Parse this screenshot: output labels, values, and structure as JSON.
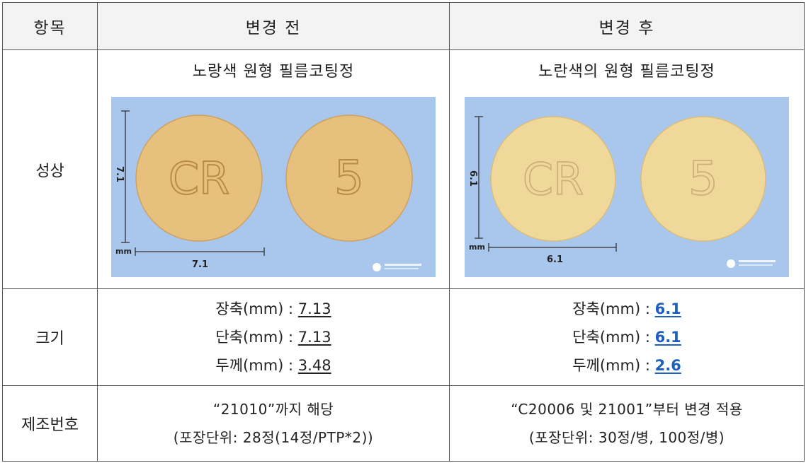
{
  "header": {
    "item": "항목",
    "before": "변경 전",
    "after": "변경 후"
  },
  "shape": {
    "label": "성상",
    "before": {
      "desc": "노랑색 원형 필름코팅정",
      "imprint_left": "CR",
      "imprint_right": "5",
      "dim_vertical": "7.1",
      "dim_horizontal": "7.1",
      "unit": "mm",
      "pill_color": "#e8c07e",
      "bg_color": "#a9c7ec"
    },
    "after": {
      "desc": "노란색의 원형 필름코팅정",
      "imprint_left": "CR",
      "imprint_right": "5",
      "dim_vertical": "6.1",
      "dim_horizontal": "6.1",
      "unit": "mm",
      "pill_color": "#f0d89a",
      "bg_color": "#a9c7ec"
    }
  },
  "size": {
    "label": "크기",
    "before": [
      {
        "label": "장축(mm) : ",
        "value": "7.13"
      },
      {
        "label": "단축(mm) : ",
        "value": "7.13"
      },
      {
        "label": "두께(mm) : ",
        "value": "3.48"
      }
    ],
    "after": [
      {
        "label": "장축(mm) : ",
        "value": "6.1"
      },
      {
        "label": "단축(mm) : ",
        "value": "6.1"
      },
      {
        "label": "두께(mm) : ",
        "value": "2.6"
      }
    ],
    "after_value_color": "#1d5fbf"
  },
  "lot": {
    "label": "제조번호",
    "before": {
      "line1": "“21010”까지 해당",
      "line2": "(포장단위: 28정(14정/PTP*2))"
    },
    "after": {
      "line1": "“C20006 및 21001”부터 변경 적용",
      "line2": "(포장단위: 30정/병, 100정/병)"
    }
  }
}
